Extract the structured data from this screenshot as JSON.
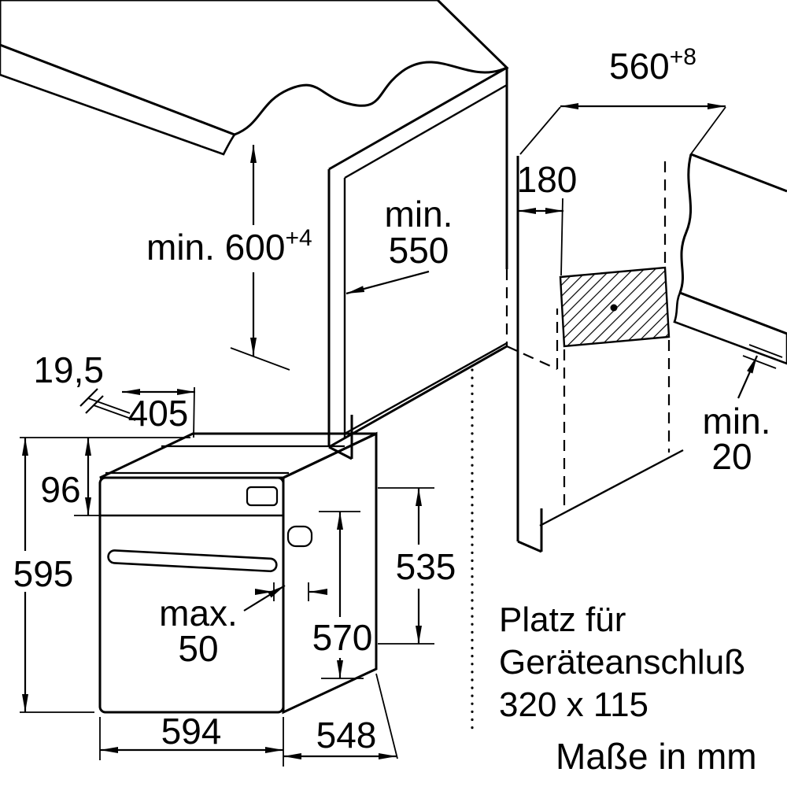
{
  "labels": {
    "niche_height_base": "min. 600",
    "niche_height_sup": "+4",
    "niche_width_base": "560",
    "niche_width_sup": "+8",
    "niche_depth_l1": "min.",
    "niche_depth_l2": "550",
    "connection_offset": "180",
    "rear_gap_l1": "min.",
    "rear_gap_l2": "20",
    "frame_depth": "19,5",
    "top_step_depth": "405",
    "panel_height": "96",
    "oven_height": "595",
    "handle_l1": "max.",
    "handle_l2": "50",
    "body_height": "570",
    "rear_height": "535",
    "oven_width": "594",
    "oven_depth": "548",
    "connection_note_l1": "Platz für",
    "connection_note_l2": "Geräteanschluß",
    "connection_note_l3": "320 x 115",
    "units_note": "Maße in mm"
  },
  "colors": {
    "background": "#ffffff",
    "outline": "#000000",
    "counter_edge_fill": "#c9c9c9"
  }
}
